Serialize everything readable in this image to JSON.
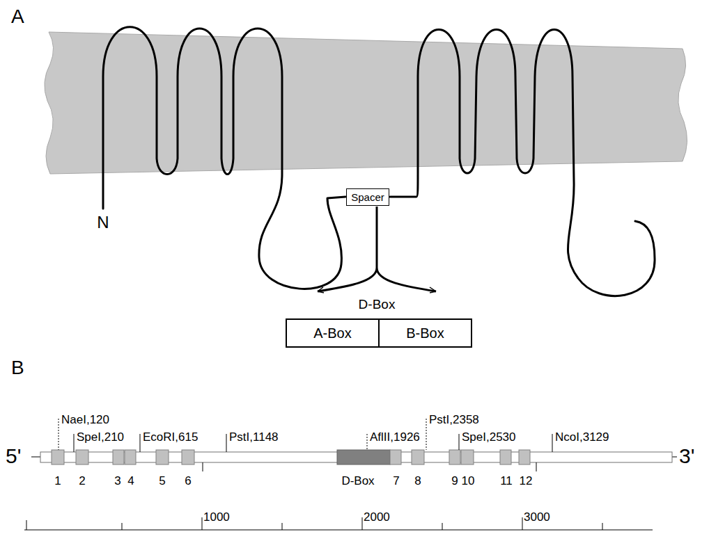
{
  "diagram": {
    "nodes": [
      {
        "text": [
          "Spacer"
        ]
      },
      {
        "text": [
          "A-Box"
        ]
      },
      {
        "text": [
          "B-Box"
        ]
      }
    ],
    "labels": [
      "A",
      "N",
      "D-Box",
      "B",
      "NaeI,120",
      "SpeI,210",
      "EcoRI,615",
      "PstI,1148",
      "AflII,1926",
      "PstI,2358",
      "SpeI,2530",
      "NcoI,3129",
      "5'",
      "3'",
      "1",
      "2",
      "3",
      "4",
      "5",
      "6",
      "D-Box",
      "7",
      "8",
      "9",
      "10",
      "11",
      "12",
      "1000",
      "2000",
      "3000"
    ]
  }
}
